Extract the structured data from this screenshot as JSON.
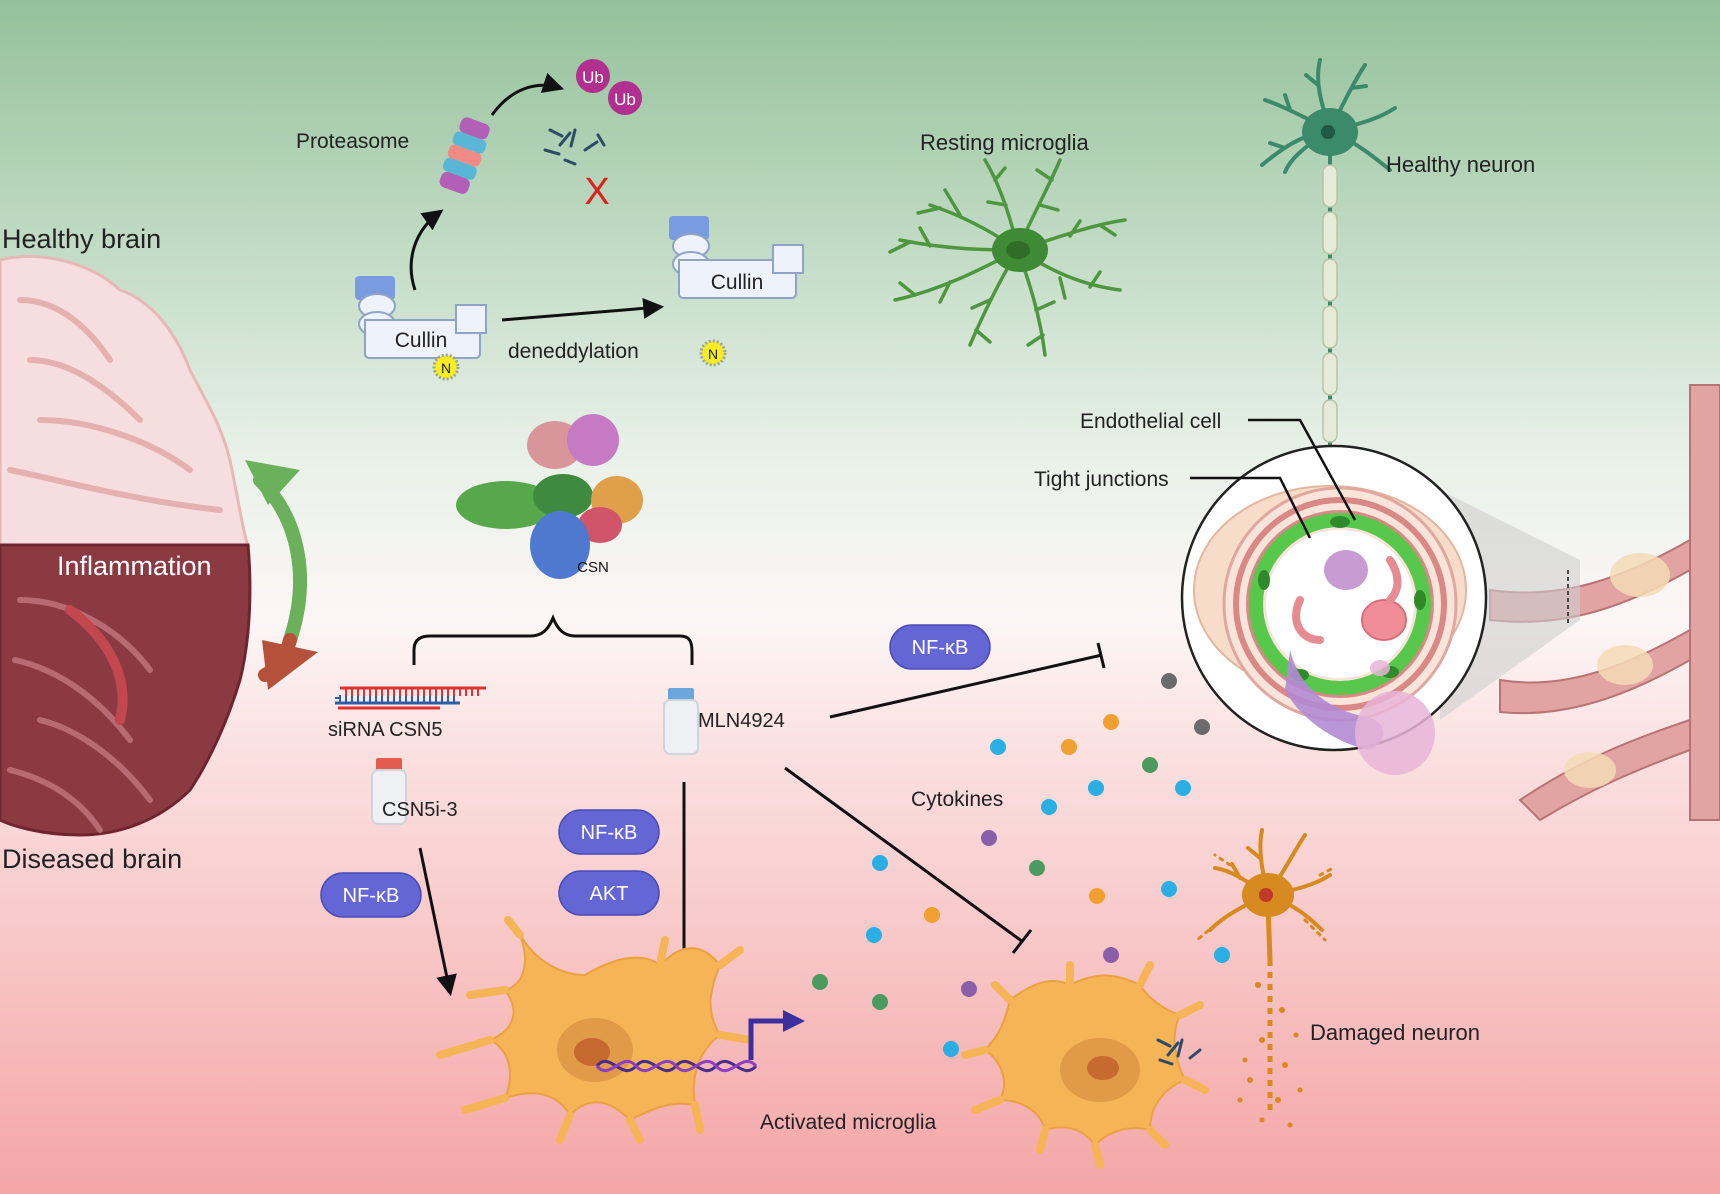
{
  "brain": {
    "healthy_label": "Healthy brain",
    "diseased_label": "Diseased brain",
    "inflammation_label": "Inflammation"
  },
  "proteasome": {
    "label": "Proteasome",
    "ub_label": "Ub",
    "x_mark": "X"
  },
  "cullin": {
    "label": "Cullin",
    "nedd8_label": "N",
    "deneddylation_label": "deneddylation"
  },
  "csn": {
    "label": "CSN"
  },
  "inhibitors": {
    "sirna_label": "siRNA CSN5",
    "csn5i_label": "CSN5i-3",
    "mln_label": "MLN4924"
  },
  "pills": {
    "nfkb": "NF-κB",
    "akt": "AKT"
  },
  "cells": {
    "resting_microglia": "Resting microglia",
    "healthy_neuron": "Healthy neuron",
    "activated_microglia": "Activated microglia",
    "damaged_neuron": "Damaged neuron",
    "cytokines": "Cytokines"
  },
  "vessel": {
    "endothelial_label": "Endothelial cell",
    "tight_junctions_label": "Tight junctions"
  },
  "colors": {
    "healthy_bg": "#94c19a",
    "diseased_bg": "#f4a5a6",
    "pill": "#6566d6",
    "microglia_green": "#4f9640",
    "microglia_orange": "#f5b14d",
    "neuron_green": "#3b8a6a",
    "damaged_neuron": "#d68a1f"
  }
}
